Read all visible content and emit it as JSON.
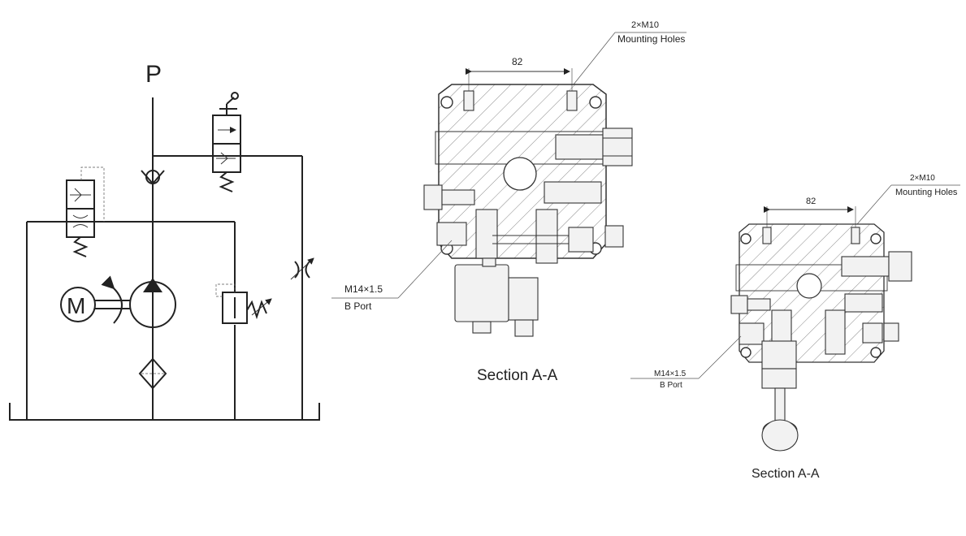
{
  "schematic": {
    "pressure_port_label": "P",
    "motor_label": "M"
  },
  "section_left": {
    "dimension": "82",
    "callout_qty": "2×M10",
    "callout_desc": "Mounting Holes",
    "port_size": "M14×1.5",
    "port_name": "B Port",
    "caption": "Section A-A"
  },
  "section_right": {
    "dimension": "82",
    "callout_qty": "2×M10",
    "callout_desc": "Mounting Holes",
    "port_size": "M14×1.5",
    "port_name": "B Port",
    "caption": "Section A-A"
  },
  "colors": {
    "line": "#222222",
    "background": "#ffffff"
  },
  "icons": [
    "check-valve-icon",
    "pump-icon",
    "motor-icon",
    "filter-icon",
    "relief-valve-icon",
    "throttle-valve-icon",
    "directional-valve-icon",
    "solenoid-valve-icon"
  ]
}
